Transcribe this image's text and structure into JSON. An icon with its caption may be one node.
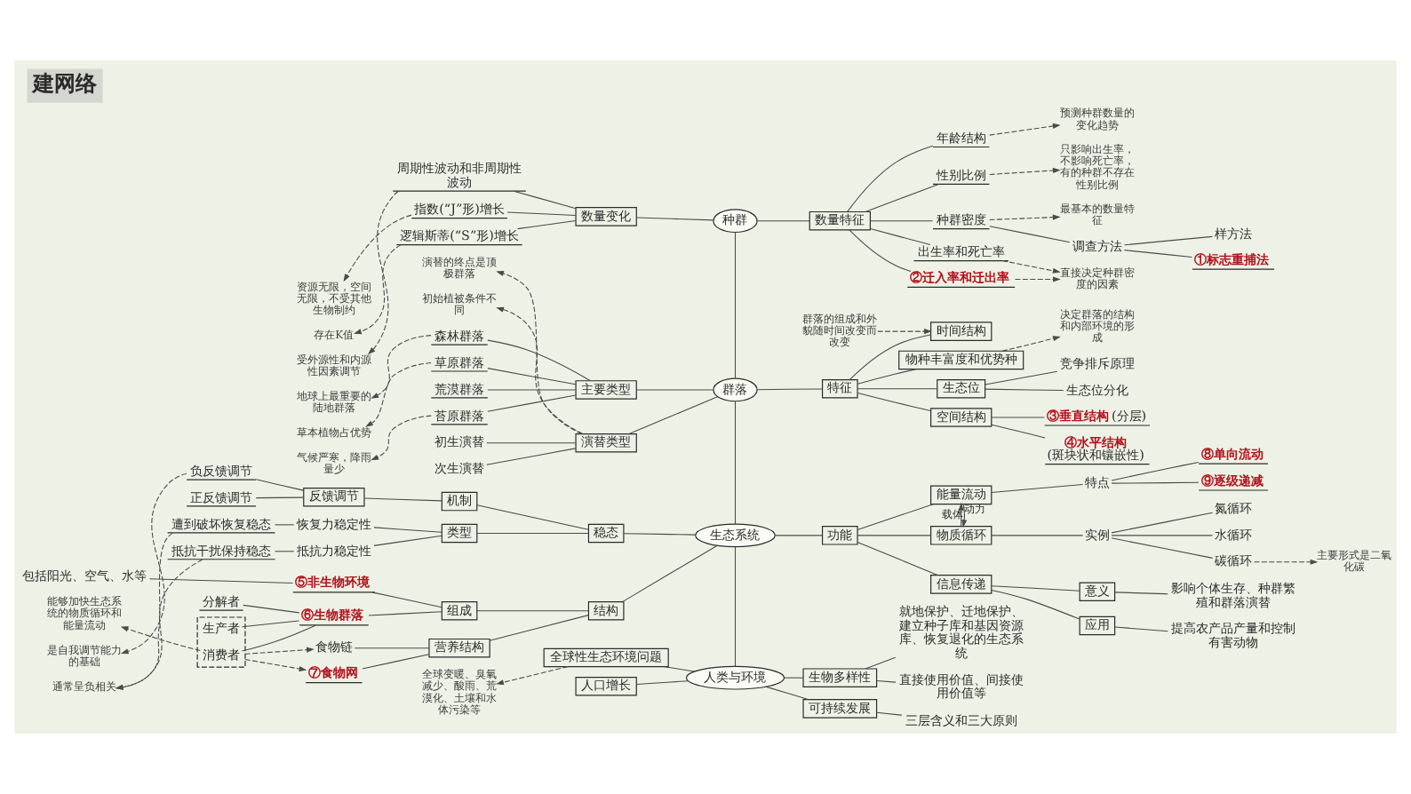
{
  "diagram": {
    "title": "建网络",
    "nodes": [
      {
        "text": [
          "种群"
        ]
      },
      {
        "text": [
          "数量变化"
        ]
      },
      {
        "text": [
          "指数(“J”形)增长"
        ]
      },
      {
        "text": [
          "资源无限，空间无限，不受其他生物制约"
        ]
      },
      {
        "text": [
          "逻辑斯蒂(“S”形)增长"
        ]
      },
      {
        "text": [
          "存在K值"
        ]
      },
      {
        "text": [
          "周期性波动和非周期性波动"
        ]
      },
      {
        "text": [
          "受外源性和内源性因素调节"
        ]
      },
      {
        "text": [
          "数量特征"
        ]
      },
      {
        "text": [
          "种群密度"
        ]
      },
      {
        "text": [
          "最基本的数量特征"
        ]
      },
      {
        "text": [
          "调查方法"
        ]
      },
      {
        "text": [
          "样方法"
        ]
      },
      {
        "text": [
          "①标志重捕法"
        ]
      },
      {
        "text": [
          "②迁入率和迁出率"
        ]
      },
      {
        "text": [
          "出生率和死亡率"
        ]
      },
      {
        "text": [
          "直接决定种群密度的因素"
        ]
      },
      {
        "text": [
          "年龄结构"
        ]
      },
      {
        "text": [
          "预测种群数量的变化趋势"
        ]
      },
      {
        "text": [
          "性别比例"
        ]
      },
      {
        "text": [
          "只影响出生率，不影响死亡率，有的种群不存在性别比例"
        ]
      },
      {
        "text": [
          "群落"
        ]
      },
      {
        "text": [
          "演替类型"
        ]
      },
      {
        "text": [
          "初生演替"
        ]
      },
      {
        "text": [
          "次生演替"
        ]
      },
      {
        "text": [
          "演替的终点是顶极群落"
        ]
      },
      {
        "text": [
          "初始植被条件不同"
        ]
      },
      {
        "text": [
          "主要类型"
        ]
      },
      {
        "text": [
          "森林群落"
        ]
      },
      {
        "text": [
          "地球上最重要的陆地群落"
        ]
      },
      {
        "text": [
          "草原群落"
        ]
      },
      {
        "text": [
          "草本植物占优势"
        ]
      },
      {
        "text": [
          "荒漠群落"
        ]
      },
      {
        "text": [
          "苔原群落"
        ]
      },
      {
        "text": [
          "气候严寒，降雨量少"
        ]
      },
      {
        "text": [
          "特征"
        ]
      },
      {
        "text": [
          "物种丰富度和优势种"
        ]
      },
      {
        "text": [
          "决定群落的结构和内部环境的形成"
        ]
      },
      {
        "text": [
          "生态位"
        ]
      },
      {
        "text": [
          "竞争排斥原理"
        ]
      },
      {
        "text": [
          "生态位分化"
        ]
      },
      {
        "text": [
          "空间结构"
        ]
      },
      {
        "text": [
          "③垂直结构",
          "(分层)"
        ]
      },
      {
        "text": [
          "④水平结构",
          "(斑块状和镶嵌性)"
        ]
      },
      {
        "text": [
          "时间结构"
        ]
      },
      {
        "text": [
          "群落的组成和外貌随时间改变而改变"
        ]
      },
      {
        "text": [
          "生态系统"
        ]
      },
      {
        "text": [
          "结构"
        ]
      },
      {
        "text": [
          "组成"
        ]
      },
      {
        "text": [
          "⑤非生物环境"
        ]
      },
      {
        "text": [
          "包括阳光、空气、水等"
        ]
      },
      {
        "text": [
          "⑥生物群落"
        ]
      },
      {
        "text": [
          "分解者"
        ]
      },
      {
        "text": [],
        "shape": "box"
      },
      {
        "text": [
          "消费者"
        ],
        "in": 53
      },
      {
        "text": [
          "生产者"
        ],
        "in": 53
      },
      {
        "text": [
          "能够加快生态系统的物质循环和能量流动"
        ]
      },
      {
        "text": [
          "营养结构"
        ]
      },
      {
        "text": [
          "食物链"
        ]
      },
      {
        "text": [
          "⑦食物网"
        ]
      },
      {
        "text": [
          "稳态"
        ]
      },
      {
        "text": [
          "机制"
        ]
      },
      {
        "text": [
          "反馈调节"
        ]
      },
      {
        "text": [
          "负反馈调节"
        ]
      },
      {
        "text": [
          "正反馈调节"
        ]
      },
      {
        "text": [
          "是自我调节能力的基础"
        ]
      },
      {
        "text": [
          "类型"
        ]
      },
      {
        "text": [
          "抵抗力稳定性"
        ]
      },
      {
        "text": [
          "抵抗干扰保持稳态"
        ]
      },
      {
        "text": [
          "恢复力稳定性"
        ]
      },
      {
        "text": [
          "遭到破坏恢复稳态"
        ]
      },
      {
        "text": [
          "通常呈负相关"
        ]
      },
      {
        "text": [
          "功能"
        ]
      },
      {
        "text": [
          "信息传递"
        ]
      },
      {
        "text": [
          "意义"
        ]
      },
      {
        "text": [
          "影响个体生存、种群繁殖和群落演替"
        ]
      },
      {
        "text": [
          "应用"
        ]
      },
      {
        "text": [
          "提高农产品产量和控制有害动物"
        ]
      },
      {
        "text": [
          "物质循环"
        ]
      },
      {
        "text": [
          "实例"
        ]
      },
      {
        "text": [
          "水循环"
        ]
      },
      {
        "text": [
          "碳循环"
        ]
      },
      {
        "text": [
          "氮循环"
        ]
      },
      {
        "text": [
          "主要形式是二氧化碳"
        ]
      },
      {
        "text": [
          "能量流动"
        ]
      },
      {
        "text": [
          "特点"
        ]
      },
      {
        "text": [
          "⑧单向流动"
        ]
      },
      {
        "text": [
          "⑨逐级递减"
        ]
      },
      {
        "text": [
          "人类与环境"
        ]
      },
      {
        "text": [
          "人口增长"
        ]
      },
      {
        "text": [
          "全球性生态环境问题"
        ]
      },
      {
        "text": [
          "全球变暖、臭氧减少、酸雨、荒漠化、土壤和水体污染等"
        ]
      },
      {
        "text": [
          "生物多样性"
        ]
      },
      {
        "text": [
          "直接使用价值、间接使用价值等"
        ]
      },
      {
        "text": [
          "就地保护、迁地保护、建立种子库和基因资源库、恢复退化的生态系统"
        ]
      },
      {
        "text": [
          "可持续发展"
        ]
      },
      {
        "text": [
          "三层含义和三大原则"
        ]
      }
    ],
    "edges": [
      {
        "from": 0,
        "to": 21,
        "arrow": "none"
      },
      {
        "from": 21,
        "to": 46,
        "arrow": "none"
      },
      {
        "from": 46,
        "to": 88,
        "arrow": "none"
      },
      {
        "from": 1,
        "to": 0,
        "arrow": "none"
      },
      {
        "from": 2,
        "to": 1,
        "arrow": "none"
      },
      {
        "from": 2,
        "to": 3,
        "arrow": "to",
        "style": "dashed"
      },
      {
        "from": 4,
        "to": 1,
        "arrow": "none"
      },
      {
        "from": 4,
        "to": 5,
        "arrow": "to",
        "style": "dashed"
      },
      {
        "from": 6,
        "to": 1,
        "arrow": "none"
      },
      {
        "from": 6,
        "to": 7,
        "arrow": "to",
        "style": "dashed"
      },
      {
        "from": 0,
        "to": 8,
        "arrow": "none"
      },
      {
        "from": 8,
        "to": 9,
        "arrow": "none"
      },
      {
        "from": 9,
        "to": 10,
        "arrow": "to",
        "style": "dashed"
      },
      {
        "from": 9,
        "to": 11,
        "arrow": "none"
      },
      {
        "from": 11,
        "to": 12,
        "arrow": "none"
      },
      {
        "from": 11,
        "to": 13,
        "arrow": "none"
      },
      {
        "from": 8,
        "to": 14,
        "arrow": "none"
      },
      {
        "from": 14,
        "to": 16,
        "arrow": "to",
        "style": "dashed"
      },
      {
        "from": 8,
        "to": 15,
        "arrow": "none"
      },
      {
        "from": 15,
        "to": 16,
        "arrow": "to",
        "style": "dashed"
      },
      {
        "from": 8,
        "to": 17,
        "arrow": "none"
      },
      {
        "from": 17,
        "to": 18,
        "arrow": "to",
        "style": "dashed"
      },
      {
        "from": 8,
        "to": 19,
        "arrow": "none"
      },
      {
        "from": 19,
        "to": 20,
        "arrow": "to",
        "style": "dashed"
      },
      {
        "from": 22,
        "to": 21,
        "arrow": "none"
      },
      {
        "from": 23,
        "to": 22,
        "arrow": "none"
      },
      {
        "from": 24,
        "to": 22,
        "arrow": "none"
      },
      {
        "from": 22,
        "to": 25,
        "arrow": "to",
        "style": "dashed"
      },
      {
        "from": 22,
        "to": 26,
        "arrow": "to",
        "style": "dashed"
      },
      {
        "from": 27,
        "to": 21,
        "arrow": "none"
      },
      {
        "from": 28,
        "to": 27,
        "arrow": "none"
      },
      {
        "from": 28,
        "to": 29,
        "arrow": "to",
        "style": "dashed"
      },
      {
        "from": 30,
        "to": 27,
        "arrow": "none"
      },
      {
        "from": 30,
        "to": 31,
        "arrow": "to",
        "style": "dashed"
      },
      {
        "from": 32,
        "to": 27,
        "arrow": "none"
      },
      {
        "from": 33,
        "to": 27,
        "arrow": "none"
      },
      {
        "from": 33,
        "to": 34,
        "arrow": "to",
        "style": "dashed"
      },
      {
        "from": 21,
        "to": 35,
        "arrow": "none"
      },
      {
        "from": 35,
        "to": 36,
        "arrow": "none"
      },
      {
        "from": 36,
        "to": 37,
        "arrow": "to",
        "style": "dashed"
      },
      {
        "from": 35,
        "to": 38,
        "arrow": "none"
      },
      {
        "from": 38,
        "to": 39,
        "arrow": "none"
      },
      {
        "from": 38,
        "to": 40,
        "arrow": "none"
      },
      {
        "from": 35,
        "to": 41,
        "arrow": "none"
      },
      {
        "from": 41,
        "to": 42,
        "arrow": "none"
      },
      {
        "from": 41,
        "to": 43,
        "arrow": "none"
      },
      {
        "from": 35,
        "to": 44,
        "arrow": "none"
      },
      {
        "from": 45,
        "to": 44,
        "arrow": "to",
        "style": "dashed"
      },
      {
        "from": 47,
        "to": 46,
        "arrow": "none"
      },
      {
        "from": 48,
        "to": 47,
        "arrow": "none"
      },
      {
        "from": 49,
        "to": 48,
        "arrow": "none"
      },
      {
        "from": 50,
        "to": 49,
        "arrow": "none"
      },
      {
        "from": 51,
        "to": 48,
        "arrow": "none"
      },
      {
        "from": 52,
        "to": 51,
        "arrow": "none"
      },
      {
        "from": 54,
        "to": 51,
        "arrow": "none"
      },
      {
        "from": 55,
        "to": 51,
        "arrow": "none"
      },
      {
        "from": 54,
        "to": 56,
        "arrow": "to",
        "style": "dashed"
      },
      {
        "from": 57,
        "to": 47,
        "arrow": "none"
      },
      {
        "from": 58,
        "to": 57,
        "arrow": "none"
      },
      {
        "from": 59,
        "to": 57,
        "arrow": "none"
      },
      {
        "from": 53,
        "to": 58,
        "arrow": "to",
        "style": "dashed"
      },
      {
        "from": 53,
        "to": 59,
        "arrow": "to",
        "style": "dashed"
      },
      {
        "from": 60,
        "to": 46,
        "arrow": "none"
      },
      {
        "from": 61,
        "to": 60,
        "arrow": "none"
      },
      {
        "from": 62,
        "to": 61,
        "arrow": "none"
      },
      {
        "from": 63,
        "to": 62,
        "arrow": "none"
      },
      {
        "from": 64,
        "to": 62,
        "arrow": "none"
      },
      {
        "from": 63,
        "to": 65,
        "arrow": "to",
        "style": "dashed"
      },
      {
        "from": 66,
        "to": 60,
        "arrow": "none"
      },
      {
        "from": 67,
        "to": 66,
        "arrow": "none"
      },
      {
        "from": 68,
        "to": 67,
        "arrow": "none"
      },
      {
        "from": 69,
        "to": 66,
        "arrow": "none"
      },
      {
        "from": 70,
        "to": 69,
        "arrow": "none"
      },
      {
        "from": 68,
        "to": 71,
        "arrow": "to",
        "style": "dashed"
      },
      {
        "from": 70,
        "to": 71,
        "arrow": "to",
        "style": "dashed"
      },
      {
        "from": 46,
        "to": 72,
        "arrow": "none"
      },
      {
        "from": 72,
        "to": 73,
        "arrow": "none"
      },
      {
        "from": 73,
        "to": 74,
        "arrow": "none"
      },
      {
        "from": 74,
        "to": 75,
        "arrow": "none"
      },
      {
        "from": 73,
        "to": 76,
        "arrow": "none"
      },
      {
        "from": 76,
        "to": 77,
        "arrow": "none"
      },
      {
        "from": 72,
        "to": 78,
        "arrow": "none"
      },
      {
        "from": 78,
        "to": 79,
        "arrow": "none"
      },
      {
        "from": 79,
        "to": 80,
        "arrow": "none"
      },
      {
        "from": 79,
        "to": 81,
        "arrow": "none"
      },
      {
        "from": 79,
        "to": 82,
        "arrow": "none"
      },
      {
        "from": 81,
        "to": 83,
        "arrow": "to",
        "style": "dashed"
      },
      {
        "from": 72,
        "to": 84,
        "arrow": "none"
      },
      {
        "from": 84,
        "to": 85,
        "arrow": "none"
      },
      {
        "from": 85,
        "to": 86,
        "arrow": "none"
      },
      {
        "from": 85,
        "to": 87,
        "arrow": "none"
      },
      {
        "from": 78,
        "to": 84,
        "arrow": "to",
        "label": "载体"
      },
      {
        "from": 84,
        "to": 78,
        "arrow": "to",
        "label": "动力"
      },
      {
        "from": 89,
        "to": 88,
        "arrow": "none"
      },
      {
        "from": 90,
        "to": 88,
        "arrow": "none"
      },
      {
        "from": 90,
        "to": 91,
        "arrow": "to",
        "style": "dashed"
      },
      {
        "from": 88,
        "to": 92,
        "arrow": "none"
      },
      {
        "from": 92,
        "to": 93,
        "arrow": "none"
      },
      {
        "from": 92,
        "to": 94,
        "arrow": "none"
      },
      {
        "from": 88,
        "to": 95,
        "arrow": "none"
      },
      {
        "from": 95,
        "to": 96,
        "arrow": "none"
      }
    ]
  }
}
